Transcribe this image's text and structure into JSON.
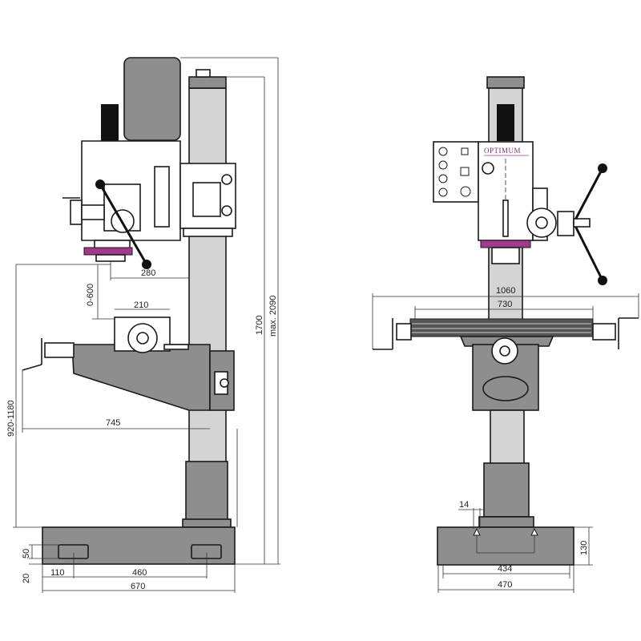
{
  "side_view": {
    "dimensions": {
      "spindle_to_column": "280",
      "spindle_travel": "0-600",
      "table_width": "210",
      "table_height_range": "920-1180",
      "arm_reach": "745",
      "column_height": "1700",
      "max_height": "max. 2090",
      "slot_height": "50",
      "slot_offset": "20",
      "slot_edge_offset": "110",
      "slot_spacing": "460",
      "base_length": "670"
    }
  },
  "front_view": {
    "logo": "OPTIMUM",
    "dimensions": {
      "table_total_width": "1060",
      "table_length": "730",
      "slot_width": "14",
      "base_height": "130",
      "slot_spacing": "434",
      "base_width": "470"
    }
  },
  "colors": {
    "body": "#8e8e8e",
    "column": "#d4d4d4",
    "accent": "#a23a8c"
  }
}
